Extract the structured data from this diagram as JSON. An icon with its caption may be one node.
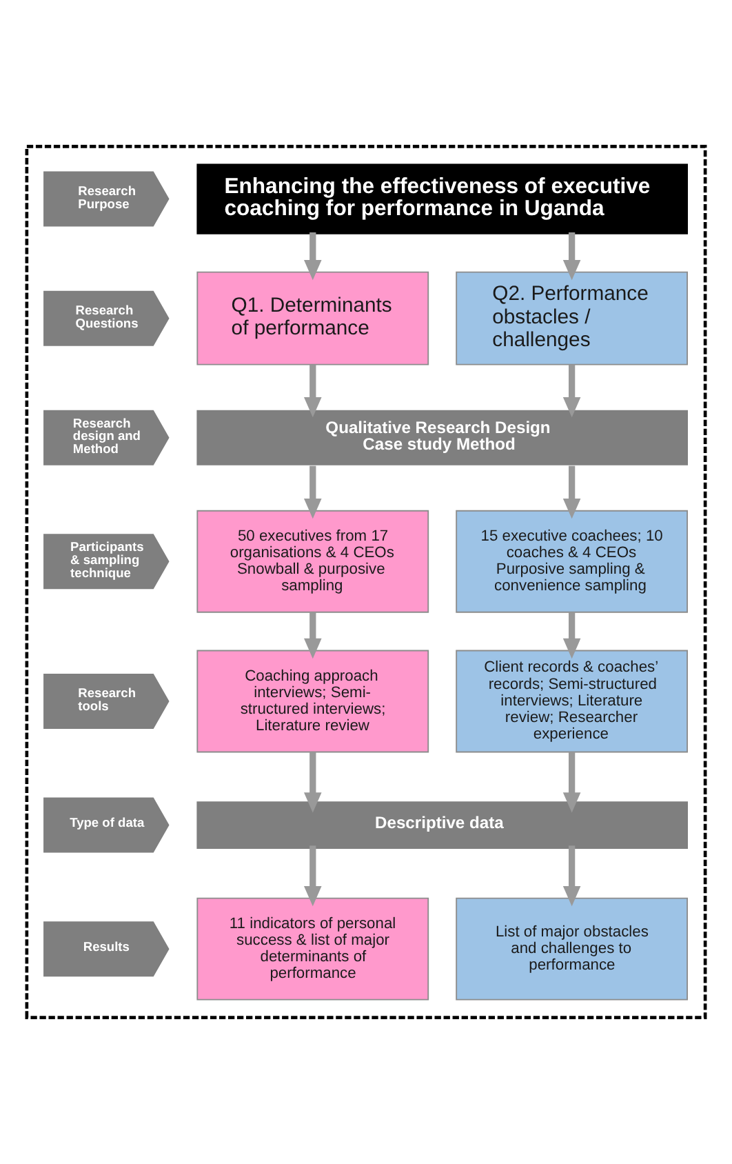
{
  "diagram": {
    "nodes": [
      {
        "text": [],
        "shape": "box"
      },
      {
        "text": [
          "Research Purpose"
        ],
        "in": 0
      },
      {
        "text": [
          "Enhancing the effectiveness of executive coaching for performance in Uganda"
        ],
        "in": 0
      },
      {
        "text": [
          "Research Questions"
        ],
        "in": 0
      },
      {
        "text": [
          "Q1. Determinants of performance"
        ],
        "in": 0
      },
      {
        "text": [
          "Q2. Performance obstacles / challenges"
        ],
        "in": 0
      },
      {
        "text": [
          "Research design and Method"
        ],
        "in": 0
      },
      {
        "text": [
          "Qualitative Research Design",
          "Case study Method"
        ],
        "in": 0
      },
      {
        "text": [
          "Participants & sampling technique"
        ],
        "in": 0
      },
      {
        "text": [
          "50 executives from 17 organisations & 4 CEOs",
          "Snowball & purposive sampling"
        ],
        "in": 0
      },
      {
        "text": [
          "15 executive coachees; 10 coaches & 4 CEOs",
          "Purposive sampling & convenience sampling"
        ],
        "in": 0
      },
      {
        "text": [
          "Research tools"
        ],
        "in": 0
      },
      {
        "text": [
          "Coaching approach interviews; Semi-structured interviews; Literature review"
        ],
        "in": 0
      },
      {
        "text": [
          "Client records & coaches’ records; Semi-structured interviews; Literature review; Researcher experience"
        ],
        "in": 0
      },
      {
        "text": [
          "Type of data"
        ],
        "in": 0
      },
      {
        "text": [
          "Descriptive data"
        ],
        "in": 0
      },
      {
        "text": [
          "Results"
        ],
        "in": 0
      },
      {
        "text": [
          "11 indicators of personal success & list of major determinants of performance"
        ],
        "in": 0
      },
      {
        "text": [
          "List of major obstacles and challenges to performance"
        ],
        "in": 0
      }
    ],
    "edges": [
      {
        "from": 2,
        "to": 4,
        "arrow": "to"
      },
      {
        "from": 2,
        "to": 5,
        "arrow": "to"
      },
      {
        "from": 4,
        "to": 7,
        "arrow": "to"
      },
      {
        "from": 5,
        "to": 7,
        "arrow": "to"
      },
      {
        "from": 7,
        "to": 9,
        "arrow": "to"
      },
      {
        "from": 7,
        "to": 10,
        "arrow": "to"
      },
      {
        "from": 9,
        "to": 12,
        "arrow": "to"
      },
      {
        "from": 10,
        "to": 13,
        "arrow": "to"
      },
      {
        "from": 12,
        "to": 15,
        "arrow": "to"
      },
      {
        "from": 13,
        "to": 15,
        "arrow": "to"
      },
      {
        "from": 15,
        "to": 17,
        "arrow": "to"
      },
      {
        "from": 15,
        "to": 18,
        "arrow": "to"
      }
    ]
  }
}
